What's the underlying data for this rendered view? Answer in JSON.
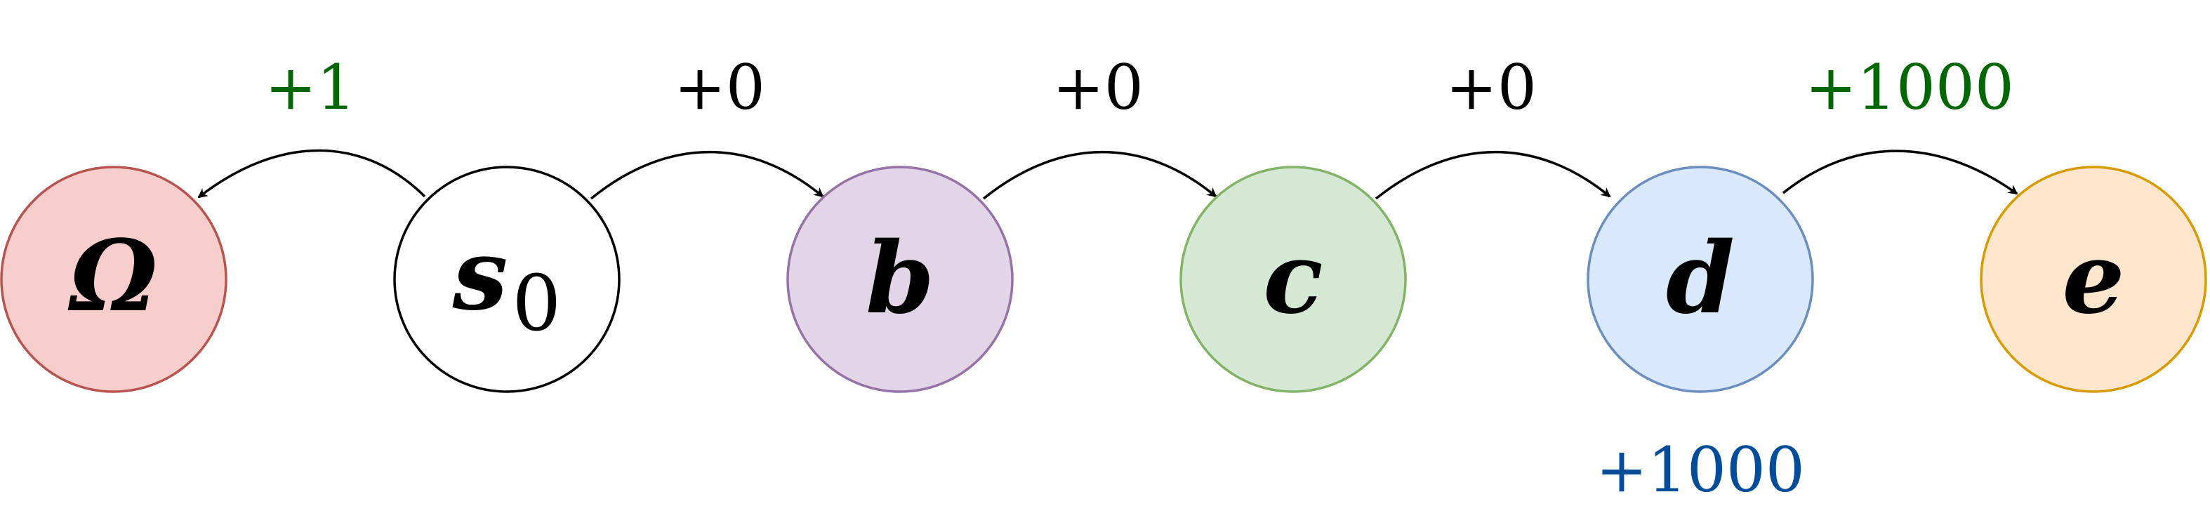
{
  "nodes": [
    {
      "id": "omega",
      "label": "Ω",
      "subscript": "",
      "fill": "#f8cecc",
      "stroke": "#b85450"
    },
    {
      "id": "s0",
      "label": "s",
      "subscript": "0",
      "fill": "#ffffff",
      "stroke": "#000000"
    },
    {
      "id": "b",
      "label": "b",
      "subscript": "",
      "fill": "#e1d5e7",
      "stroke": "#9673a6"
    },
    {
      "id": "c",
      "label": "c",
      "subscript": "",
      "fill": "#d5e8d4",
      "stroke": "#82b366"
    },
    {
      "id": "d",
      "label": "d",
      "subscript": "",
      "fill": "#dae8fc",
      "stroke": "#6c8ebf"
    },
    {
      "id": "e",
      "label": "e",
      "subscript": "",
      "fill": "#ffe6cc",
      "stroke": "#d79b00"
    }
  ],
  "edges": [
    {
      "id": "s0-omega",
      "label": "+1",
      "color": "#006600"
    },
    {
      "id": "s0-b",
      "label": "+0",
      "color": "#000000"
    },
    {
      "id": "b-c",
      "label": "+0",
      "color": "#000000"
    },
    {
      "id": "c-d",
      "label": "+0",
      "color": "#000000"
    },
    {
      "id": "d-e",
      "label": "+1000",
      "color": "#006600"
    }
  ],
  "annotations": [
    {
      "id": "d-reward",
      "label": "+1000",
      "color": "#004c99"
    }
  ]
}
